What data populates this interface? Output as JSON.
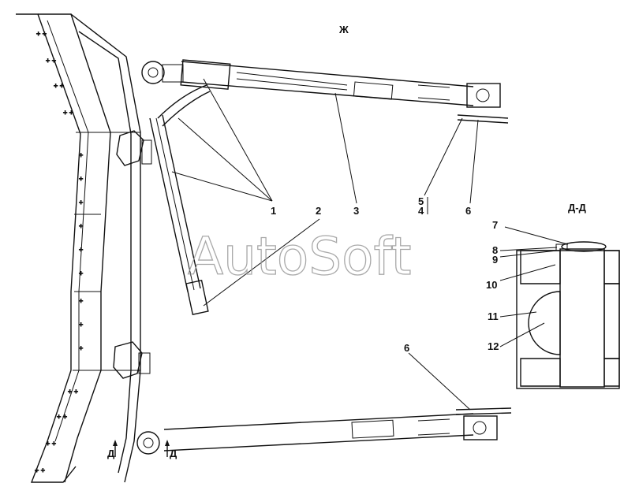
{
  "view_label": "Ж",
  "section_label": "Д-Д",
  "section_marker": "Д",
  "watermark": "AutoSoft",
  "callouts": [
    "1",
    "2",
    "3",
    "4",
    "5",
    "6",
    "6",
    "7",
    "8",
    "9",
    "10",
    "11",
    "12"
  ]
}
